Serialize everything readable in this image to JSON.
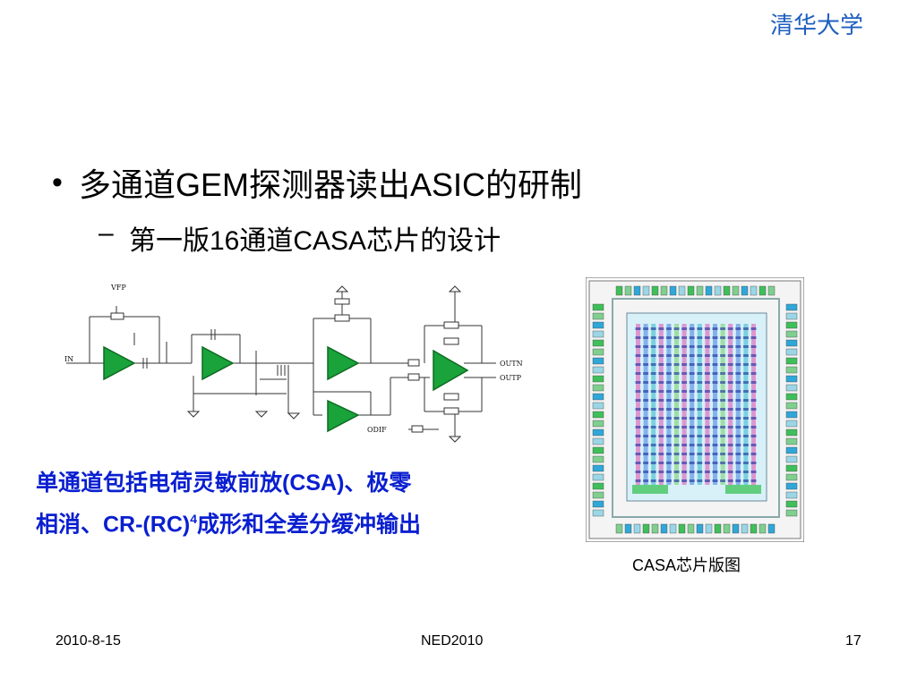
{
  "header": {
    "org": "清华大学"
  },
  "bullet": {
    "text": "多通道GEM探测器读出ASIC的研制"
  },
  "sub": {
    "dash": "–",
    "text": "第一版16通道CASA芯片的设计"
  },
  "circuit": {
    "labels": {
      "vfp": "VFP",
      "in": "IN",
      "outn": "OUTN",
      "outp": "OUTP",
      "odif": "ODIF"
    },
    "colors": {
      "amp": "#1aa33a",
      "wire": "#333333"
    }
  },
  "caption_left": {
    "line1": "单通道包括电荷灵敏前放(CSA)、极零",
    "line2_pre": "相消、CR-(RC)",
    "line2_sup": "4",
    "line2_post": "成形和全差分缓冲输出"
  },
  "caption_right": "CASA芯片版图",
  "footer": {
    "date": "2010-8-15",
    "conference": "NED2010",
    "page": "17"
  }
}
